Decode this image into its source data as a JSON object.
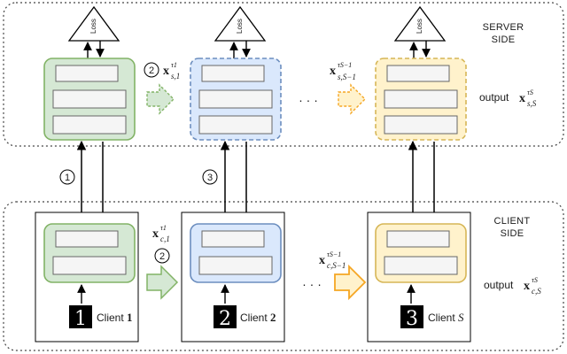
{
  "server": {
    "label_line1": "SERVER",
    "label_line2": "SIDE",
    "loss": "Loss",
    "transfer_1": "x",
    "transfer_1_sup": "τ1",
    "transfer_1_sub": "s,1",
    "transfer_2": "x",
    "transfer_2_sup": "τS−1",
    "transfer_2_sub": "s,S−1",
    "output_word": "output",
    "output_var": "x",
    "output_sup": "τS",
    "output_sub": "s,S"
  },
  "client": {
    "label_line1": "CLIENT",
    "label_line2": "SIDE",
    "transfer_1": "x",
    "transfer_1_sup": "τ1",
    "transfer_1_sub": "c,1",
    "transfer_2": "x",
    "transfer_2_sup": "τS−1",
    "transfer_2_sub": "c,S−1",
    "output_word": "output",
    "output_var": "x",
    "output_sup": "τS",
    "output_sub": "c,S",
    "clients": [
      {
        "label": "Client ",
        "id": "1",
        "digit": "1"
      },
      {
        "label": "Client ",
        "id": "2",
        "digit": "2"
      },
      {
        "label": "Client ",
        "id": "S",
        "digit": "3"
      }
    ]
  },
  "steps": [
    "1",
    "2",
    "3"
  ],
  "ellipsis": "· · ·",
  "colors": {
    "green_fill": "#d5e8d4",
    "green_stroke": "#82b366",
    "blue_fill": "#dae8fc",
    "blue_stroke": "#6c8ebf",
    "yellow_fill": "#fff2cc",
    "yellow_stroke": "#d6b656",
    "orange_arrow": "#f5a623"
  }
}
